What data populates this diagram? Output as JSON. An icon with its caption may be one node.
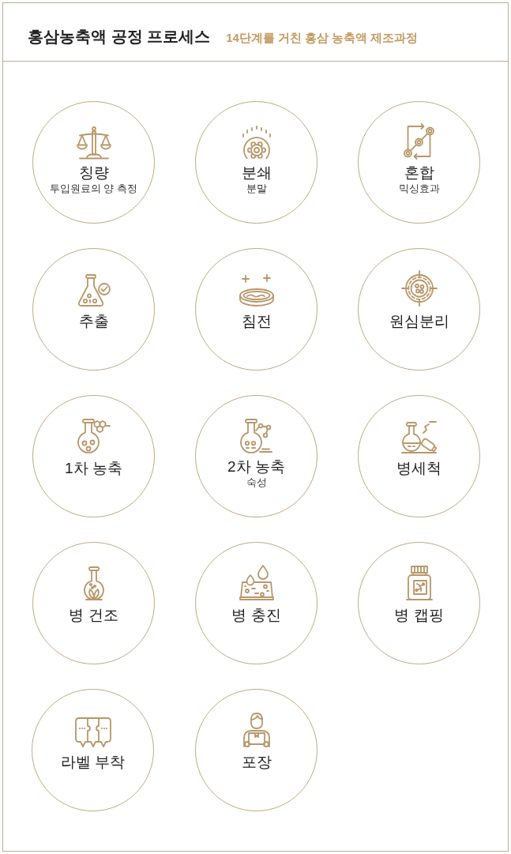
{
  "diagram": {
    "title": "홍삼농축액 공정 프로세스",
    "labels": [
      "14단계를 거친 홍삼 농축액 제조과정"
    ],
    "nodes": [
      {
        "text": [
          "칭량",
          "투입원료의 양 측정"
        ]
      },
      {
        "text": [
          "분쇄",
          "분말"
        ]
      },
      {
        "text": [
          "혼합",
          "믹싱효과"
        ]
      },
      {
        "text": [
          "추출"
        ]
      },
      {
        "text": [
          "침전"
        ]
      },
      {
        "text": [
          "원심분리"
        ]
      },
      {
        "text": [
          "1차 농축"
        ]
      },
      {
        "text": [
          "2차 농축",
          "숙성"
        ]
      },
      {
        "text": [
          "병세척"
        ]
      },
      {
        "text": [
          "병 건조"
        ]
      },
      {
        "text": [
          "병 충진"
        ]
      },
      {
        "text": [
          "병 캡핑"
        ]
      },
      {
        "text": [
          "라벨 부착"
        ]
      },
      {
        "text": [
          "포장"
        ]
      }
    ]
  }
}
